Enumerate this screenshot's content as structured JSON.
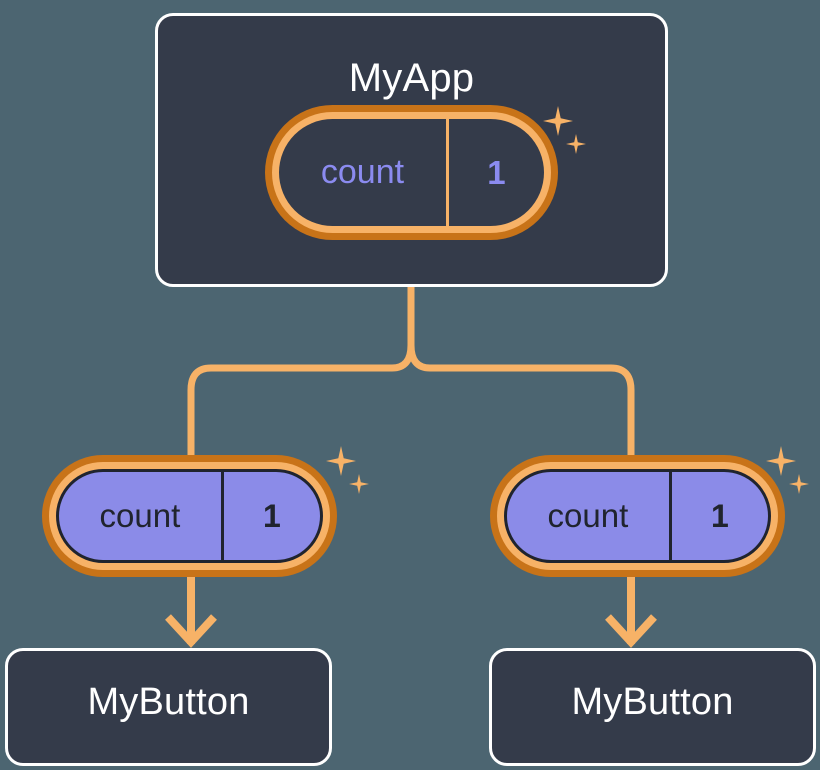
{
  "diagram": {
    "type": "component-state-tree",
    "background_color": "#4c6571",
    "accent_color": "#f7b267",
    "accent_dark_color": "#c87318",
    "box_fill_color": "#343b4a",
    "pill_purple_color": "#8b8be8",
    "state_text_color": "#8b8bf0"
  },
  "root": {
    "title": "MyApp",
    "state": {
      "key": "count",
      "value": "1",
      "variant": "dark",
      "sparkle_icons": [
        "sparkle-large-icon",
        "sparkle-small-icon"
      ]
    }
  },
  "children": [
    {
      "state": {
        "key": "count",
        "value": "1",
        "variant": "purple",
        "sparkle_icons": [
          "sparkle-large-icon",
          "sparkle-small-icon"
        ]
      },
      "arrow_icon": "arrow-down-icon",
      "title": "MyButton"
    },
    {
      "state": {
        "key": "count",
        "value": "1",
        "variant": "purple",
        "sparkle_icons": [
          "sparkle-large-icon",
          "sparkle-small-icon"
        ]
      },
      "arrow_icon": "arrow-down-icon",
      "title": "MyButton"
    }
  ]
}
